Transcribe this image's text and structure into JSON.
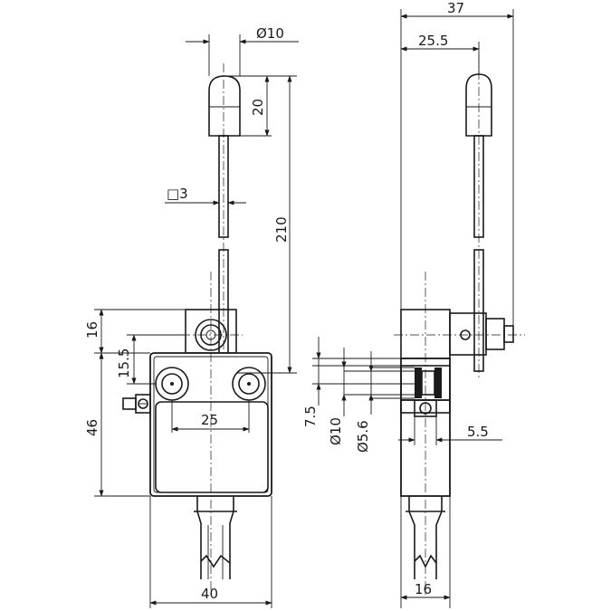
{
  "drawing": {
    "front_view": {
      "dim_knob_diameter": "Ø10",
      "dim_knob_height": "20",
      "dim_rod_square": "□3",
      "dim_overall_height": "210",
      "dim_head_height": "16",
      "dim_pivot_offset": "15.5",
      "dim_body_height": "46",
      "dim_hole_spacing": "25",
      "dim_body_width": "40"
    },
    "side_view": {
      "dim_overall_depth": "37",
      "dim_rod_offset": "25.5",
      "dim_mount_offset": "7.5",
      "dim_bore_diameter": "Ø10",
      "dim_hole_diameter": "Ø5.6",
      "dim_groove": "5.5",
      "dim_body_depth": "16"
    }
  }
}
